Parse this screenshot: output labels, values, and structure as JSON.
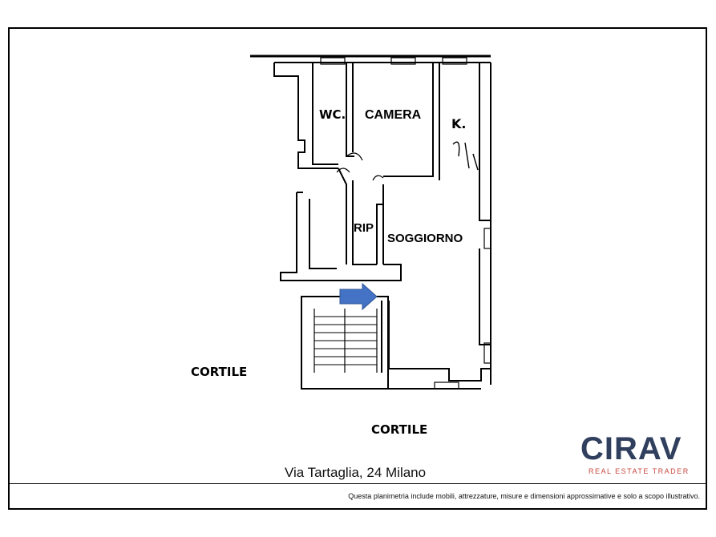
{
  "rooms": {
    "wc": "WC.",
    "camera": "CAMERA",
    "kitchen": "K.",
    "rip": "RIP",
    "soggiorno": "SOGGIORNO"
  },
  "courtyard": {
    "left": "CORTILE",
    "bottom": "CORTILE"
  },
  "address": "Via Tartaglia, 24 Milano",
  "disclaimer": "Questa planimetria include mobili, attrezzature, misure e dimensioni approssimative e solo a scopo illustrativo.",
  "logo": {
    "name": "CIRAV",
    "tagline": "REAL ESTATE TRADER",
    "primary_color": "#2f3f5d",
    "accent_color": "#c8473f"
  },
  "entrance_arrow_color": "#4472c4"
}
